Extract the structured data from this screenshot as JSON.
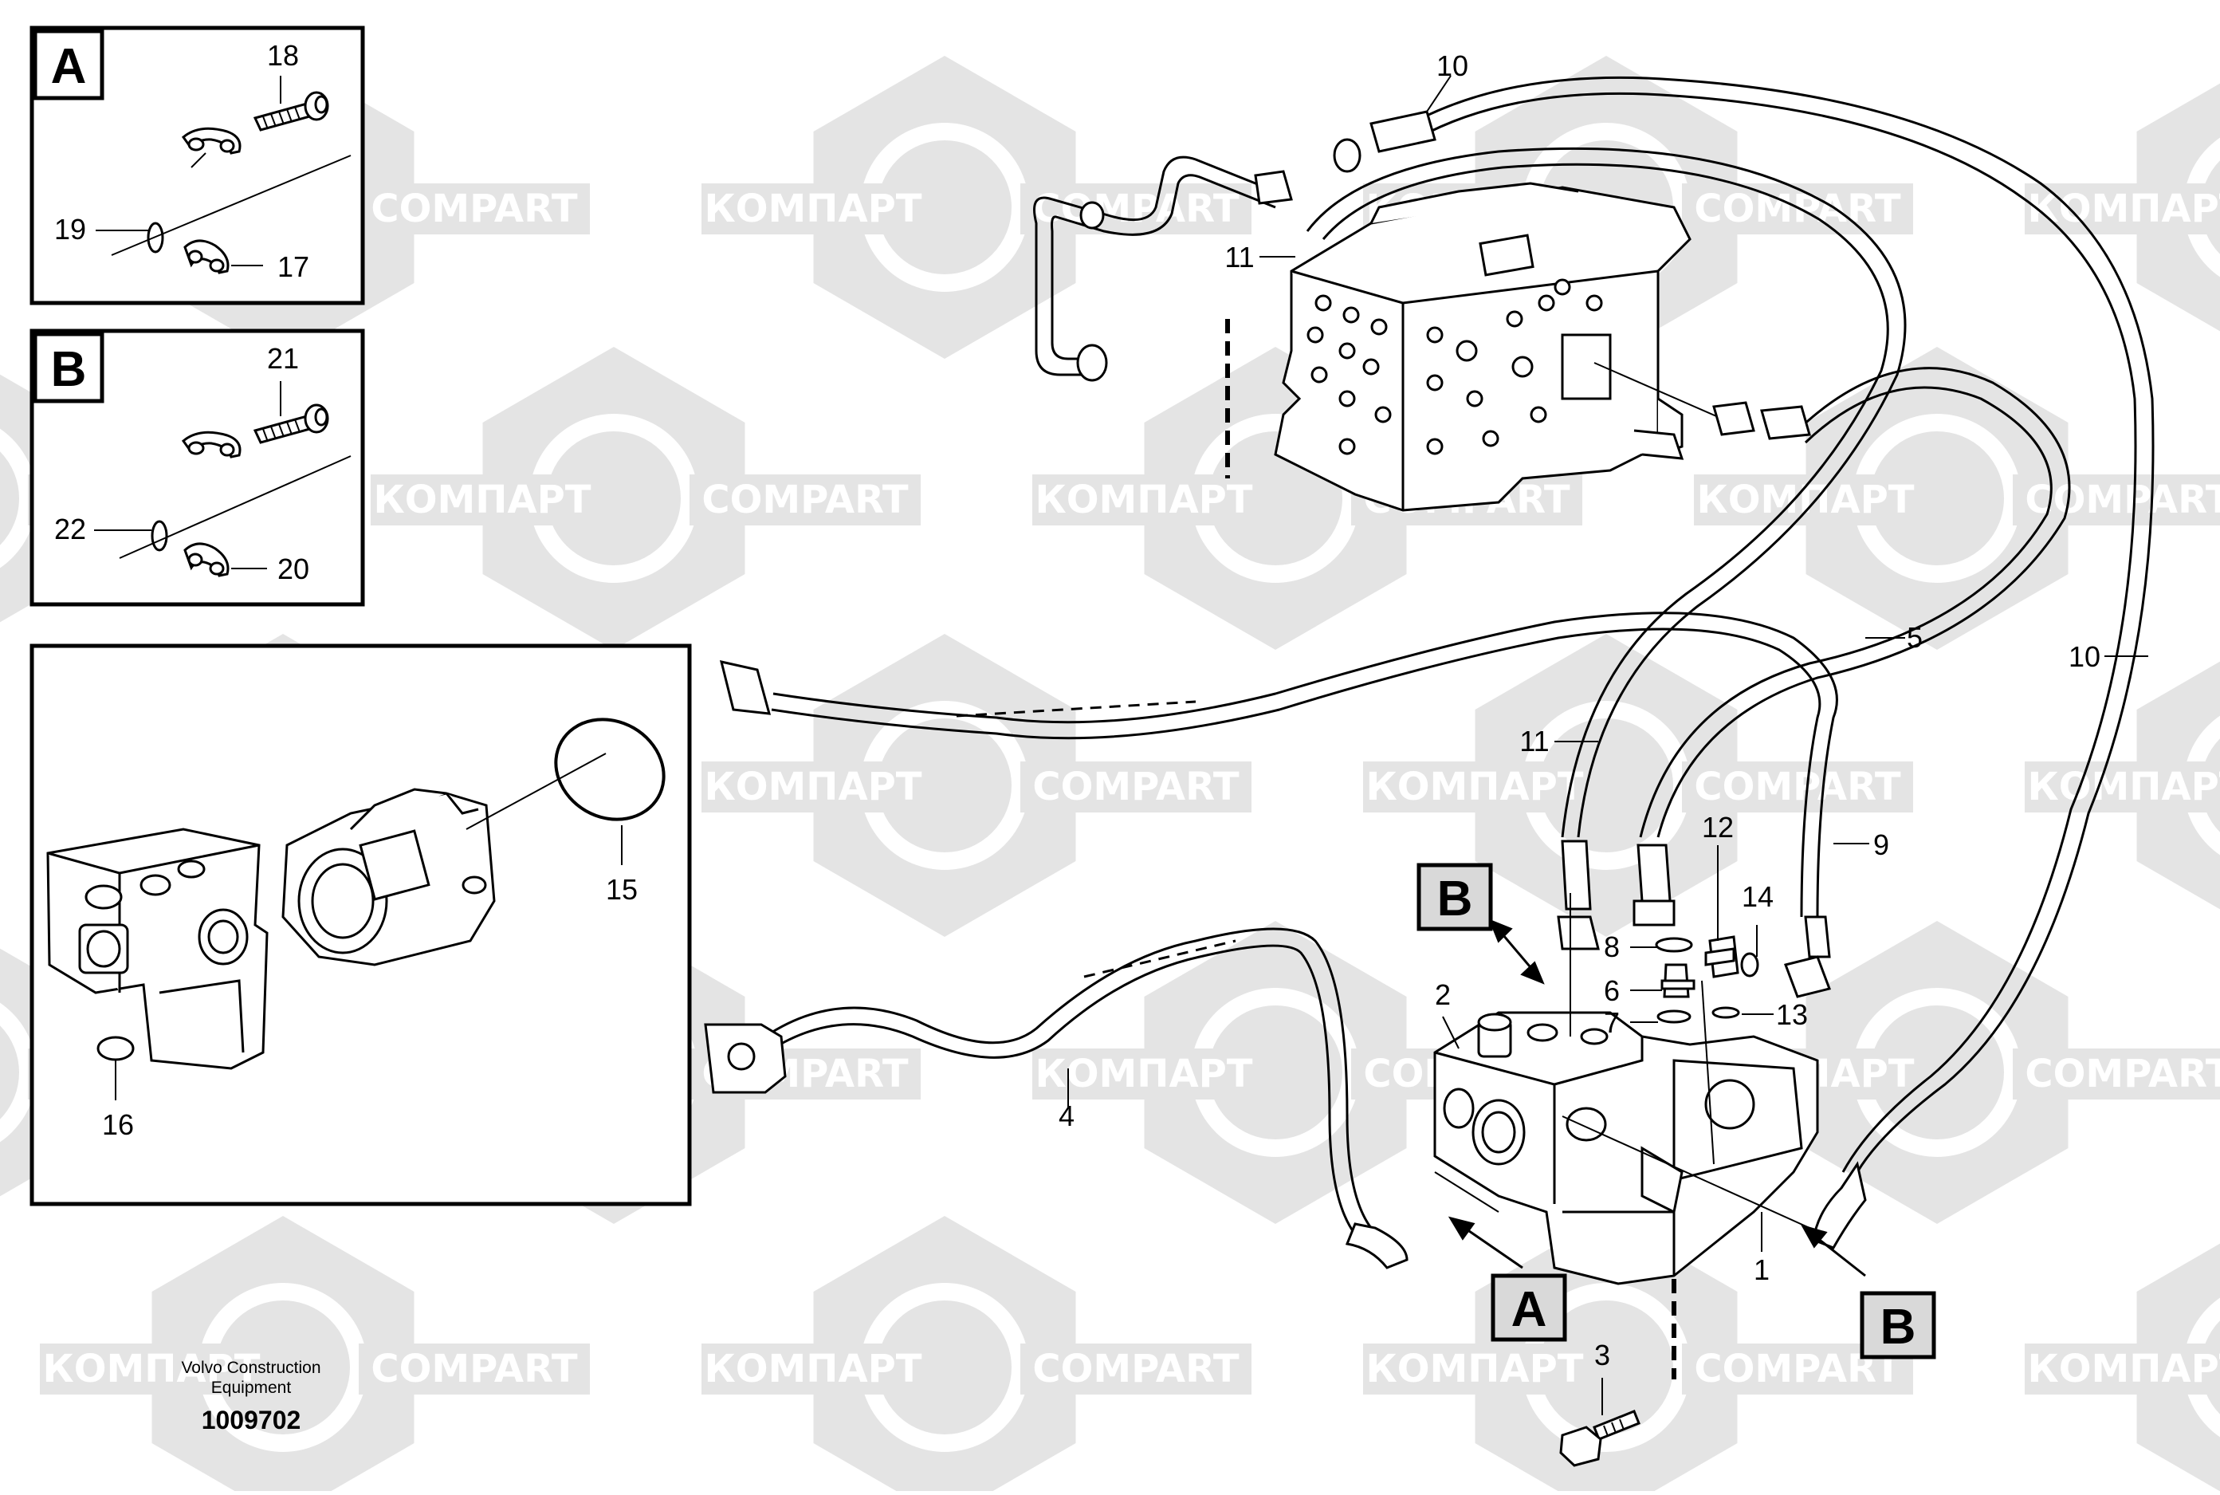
{
  "watermark": {
    "left_text": "КОМПАРТ",
    "right_text": "COMPART",
    "color": "#e4e4e4"
  },
  "detail_boxes": [
    {
      "letter": "A",
      "callouts": [
        "18",
        "19",
        "17"
      ]
    },
    {
      "letter": "B",
      "callouts": [
        "21",
        "22",
        "20"
      ]
    }
  ],
  "view_box_callouts": [
    "15",
    "16"
  ],
  "main_callouts": [
    "10",
    "11",
    "5",
    "10",
    "11",
    "9",
    "12",
    "14",
    "8",
    "6",
    "7",
    "13",
    "2",
    "4",
    "1",
    "3"
  ],
  "main_letters": [
    "B",
    "A",
    "B"
  ],
  "footer": {
    "company_line1": "Volvo Construction",
    "company_line2": "Equipment",
    "drawing_number": "1009702"
  },
  "colors": {
    "line": "#000000",
    "background": "#ffffff",
    "label_box_fill": "#d9d9d9"
  }
}
